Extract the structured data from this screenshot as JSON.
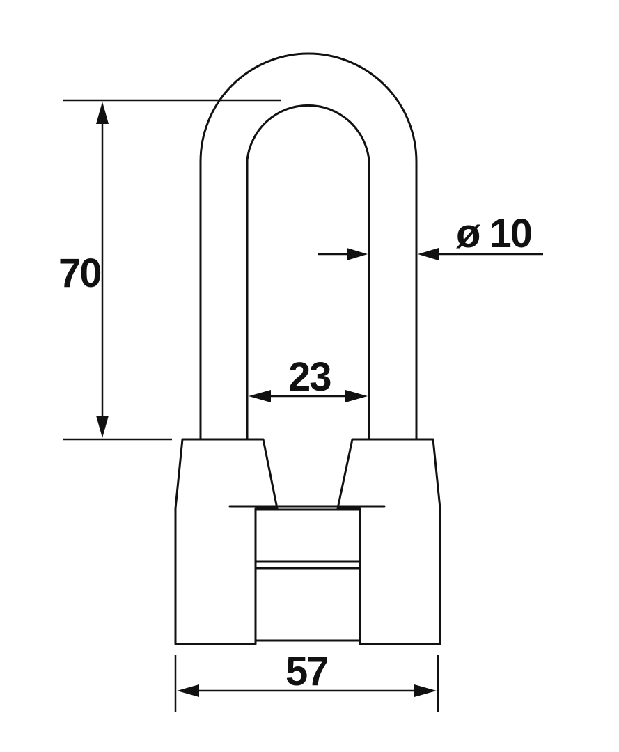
{
  "diagram": {
    "dimensions": {
      "height": "70",
      "diameter": "ø 10",
      "inner_width": "23",
      "body_width": "57"
    },
    "colors": {
      "line": "#111111",
      "background": "#ffffff"
    }
  }
}
